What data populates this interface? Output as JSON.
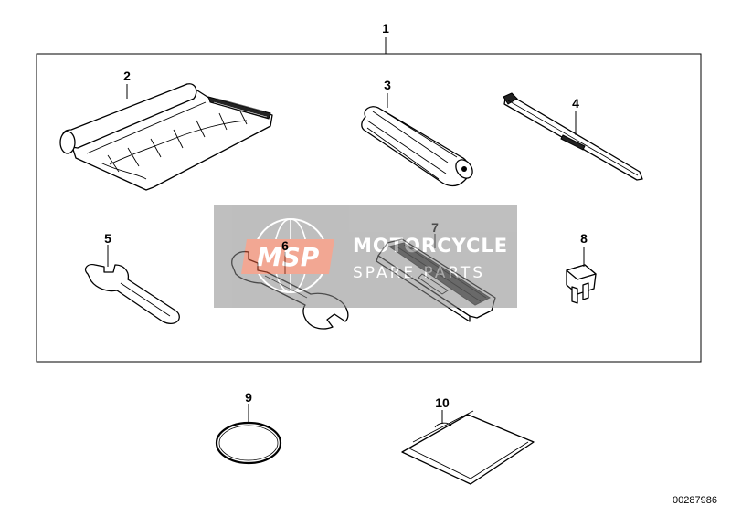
{
  "diagram": {
    "group_label": "1",
    "ref_code": "00287986",
    "watermark": {
      "logo_text": "MSP",
      "title": "MOTORCYCLE",
      "subtitle": "SPARE PARTS"
    },
    "parts": [
      {
        "label": "2",
        "icon": "tool-roll-icon"
      },
      {
        "label": "3",
        "icon": "screwdriver-handle-icon"
      },
      {
        "label": "4",
        "icon": "screwdriver-bit-icon"
      },
      {
        "label": "5",
        "icon": "hook-wrench-icon"
      },
      {
        "label": "6",
        "icon": "open-end-wrench-icon"
      },
      {
        "label": "7",
        "icon": "fuse-puller-icon"
      },
      {
        "label": "8",
        "icon": "fuse-icon"
      },
      {
        "label": "9",
        "icon": "o-ring-icon"
      },
      {
        "label": "10",
        "icon": "manual-sleeve-icon"
      }
    ]
  }
}
